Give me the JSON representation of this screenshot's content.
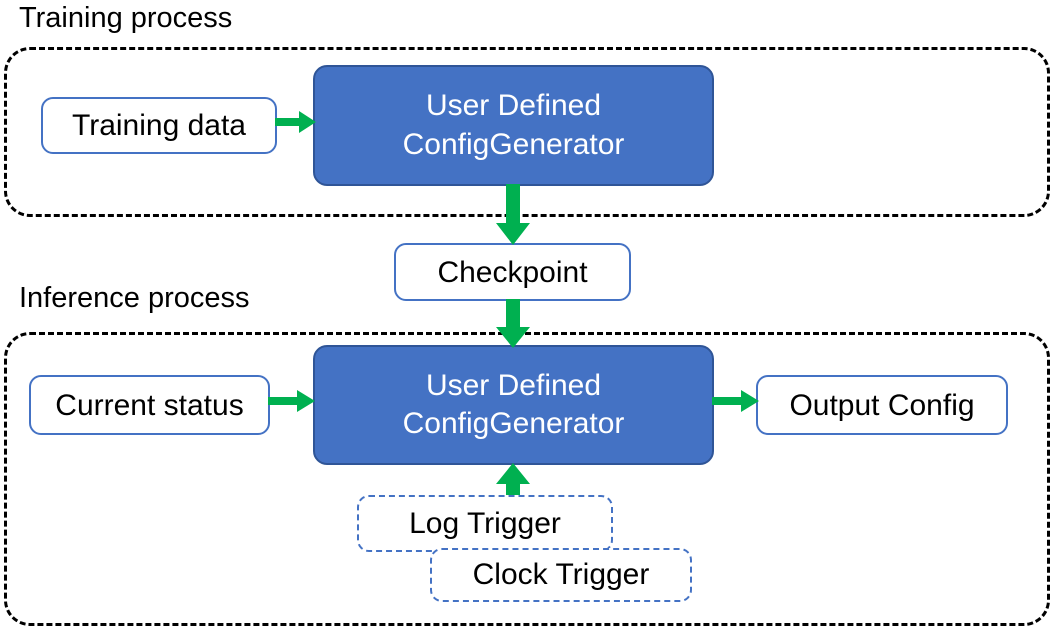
{
  "diagram": {
    "title_training": "Training process",
    "title_inference": "Inference process",
    "colors": {
      "process_fill": "#4472C4",
      "process_border": "#2F5597",
      "box_border": "#4472C4",
      "arrow": "#00B050",
      "container_border": "#000000",
      "text_dark": "#000000",
      "text_light": "#FFFFFF"
    },
    "training": {
      "input_label": "Training data",
      "process_line1": "User Defined",
      "process_line2": "ConfigGenerator"
    },
    "checkpoint": {
      "label": "Checkpoint"
    },
    "inference": {
      "input_label": "Current status",
      "process_line1": "User Defined",
      "process_line2": "ConfigGenerator",
      "output_label": "Output Config",
      "trigger_log": "Log Trigger",
      "trigger_clock": "Clock Trigger"
    }
  }
}
